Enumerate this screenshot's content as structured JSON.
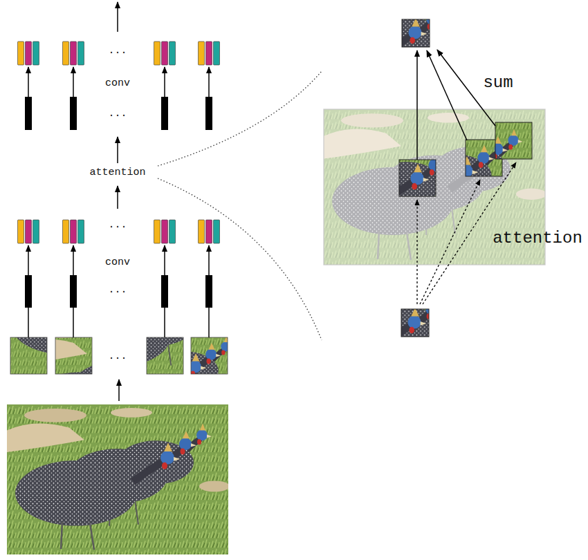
{
  "diagram": {
    "labels": [
      "...",
      "conv",
      "...",
      "attention",
      "...",
      "conv",
      "...",
      "...",
      "sum",
      "attention"
    ]
  }
}
